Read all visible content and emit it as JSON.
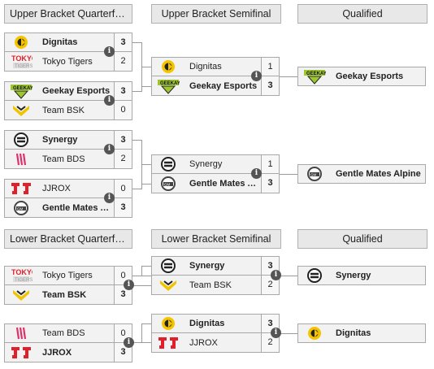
{
  "headers": {
    "ubq": "Upper Bracket Quarterfinals",
    "ubs": "Upper Bracket Semifinal",
    "q1": "Qualified",
    "lbq": "Lower Bracket Quarterfinals",
    "lbs": "Lower Bracket Semifinal",
    "q2": "Qualified"
  },
  "info_glyph": "i",
  "matches": {
    "ubq1": {
      "t1": "Dignitas",
      "s1": "3",
      "t2": "Tokyo Tigers",
      "s2": "2"
    },
    "ubq2": {
      "t1": "Geekay Esports",
      "s1": "3",
      "t2": "Team BSK",
      "s2": "0"
    },
    "ubq3": {
      "t1": "Synergy",
      "s1": "3",
      "t2": "Team BDS",
      "s2": "2"
    },
    "ubq4": {
      "t1": "JJROX",
      "s1": "0",
      "t2": "Gentle Mates Alpine",
      "s2": "3"
    },
    "ubs1": {
      "t1": "Dignitas",
      "s1": "1",
      "t2": "Geekay Esports",
      "s2": "3"
    },
    "ubs2": {
      "t1": "Synergy",
      "s1": "1",
      "t2": "Gentle Mates Alpine",
      "s2": "3"
    },
    "lbq1": {
      "t1": "Tokyo Tigers",
      "s1": "0",
      "t2": "Team BSK",
      "s2": "3"
    },
    "lbq2": {
      "t1": "Team BDS",
      "s1": "0",
      "t2": "JJROX",
      "s2": "3"
    },
    "lbs1": {
      "t1": "Synergy",
      "s1": "3",
      "t2": "Team BSK",
      "s2": "2"
    },
    "lbs2": {
      "t1": "Dignitas",
      "s1": "3",
      "t2": "JJROX",
      "s2": "2"
    }
  },
  "qualified": {
    "u1": "Geekay Esports",
    "u2": "Gentle Mates Alpine",
    "l1": "Synergy",
    "l2": "Dignitas"
  },
  "colors": {
    "header_bg": "#e8e8e8",
    "row_bg": "#f2f2f2",
    "border": "#a8a8a8",
    "connector": "#9a9a9a",
    "dignitas": "#f5c400",
    "tokyo": "#e0202a",
    "geekay": "#9dc62f",
    "bsk": "#f0c400",
    "bds": "#e0306a",
    "jjrox": "#e0202a"
  }
}
